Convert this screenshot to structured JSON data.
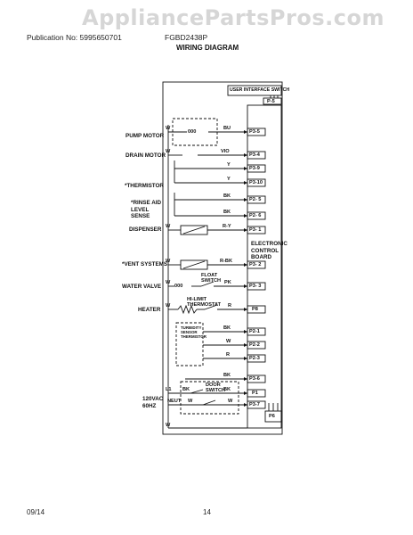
{
  "watermark": "AppliancePartsPros.com",
  "header": {
    "publication": "Publication No: 5995650701",
    "model": "FGBD2438P",
    "title": "WIRING DIAGRAM"
  },
  "footer": {
    "date": "09/14",
    "page": "14"
  },
  "diagram": {
    "user_interface": "USER INTERFACE SWITCH",
    "p5": "P-5",
    "components": {
      "pump_motor": "PUMP MOTOR",
      "drain_motor": "DRAIN MOTOR",
      "thermistor": "*THERMISTOR",
      "rinse_aid": "*RINSE AID LEVEL SENSE",
      "dispenser": "DISPENSER",
      "vent_systems": "*VENT SYSTEMS",
      "water_valve": "WATER VALVE",
      "heater": "HEATER",
      "power": "120VAC 60HZ"
    },
    "board": "ELECTRONIC CONTROL BOARD",
    "float_switch": "FLOAT SWITCH",
    "hi_limit": "HI-LIMIT THERMOSTAT",
    "turbidity_sensor": "TURBIDITY SENSOR THERMISTOR",
    "door_switch": "DOOR SWITCH",
    "l1": "L1",
    "neut": "NEUT",
    "p6": "P6",
    "pump_coil": "000",
    "connectors": [
      "P3-5",
      "P3-4",
      "P3-9",
      "P3-10",
      "P2- 5",
      "P2- 6",
      "P3- 1",
      "P3- 2",
      "P3- 3",
      "P8",
      "P2-1",
      "P2-2",
      "P2-3",
      "P3-6",
      "P1",
      "P3-7"
    ],
    "wire_codes": {
      "w_pump": "W",
      "bu": "BU",
      "w_drain": "W",
      "vio": "VIO",
      "y1": "Y",
      "y2": "Y",
      "bk1": "BK",
      "bk2": "BK",
      "w_disp": "W",
      "ry": "R-Y",
      "w_vent": "W",
      "rbk": "R-BK",
      "w_valve": "W",
      "pk": "PK",
      "w_heater": "W",
      "r_heater": "R",
      "bk_turb": "BK",
      "w_turb": "W",
      "r_turb": "R",
      "bk_door": "BK",
      "bk_l1": "BK",
      "bk_p1": "BK",
      "w_neut": "W",
      "w_p37": "W",
      "w_bottom": "W"
    }
  }
}
